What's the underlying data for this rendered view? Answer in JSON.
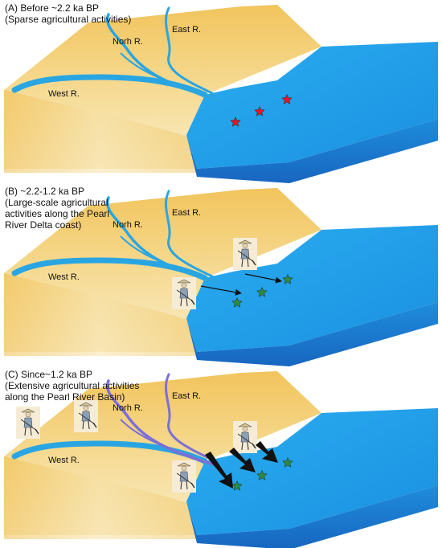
{
  "panels": [
    {
      "heading": "(A) Before ~2.2 ka BP",
      "caption_lines": [
        "(Sparse agricultural activities)"
      ],
      "rivers": {
        "north": "Norh R.",
        "east": "East R.",
        "west": "West R."
      },
      "star_color": "#e8132c",
      "star_count": 3,
      "farmer_count": 0,
      "arrow_style": "none"
    },
    {
      "heading": "(B) ~2.2-1.2 ka BP",
      "caption_lines": [
        "(Large-scale agricultural",
        "activities along the Pearl",
        "River Delta coast)"
      ],
      "rivers": {
        "north": "Norh R.",
        "east": "East R.",
        "west": "West R."
      },
      "star_color": "#2e8b3e",
      "star_count": 3,
      "farmer_count": 2,
      "arrow_style": "thin"
    },
    {
      "heading": "(C) Since~1.2 ka BP",
      "caption_lines": [
        "(Extensive agricultural activities",
        "along the Pearl River Basin)"
      ],
      "rivers": {
        "north": "Norh R.",
        "east": "East R.",
        "west": "West R."
      },
      "star_color": "#2e8b3e",
      "star_count": 3,
      "farmer_count": 4,
      "arrow_style": "bold"
    }
  ],
  "colors": {
    "land_light": "#f7e6b0",
    "land_dark": "#f2c45c",
    "land_front": "#f3cf7a",
    "sea_top": "#1fa0e8",
    "sea_side": "#1a7fd0",
    "river": "#29a6e2",
    "river_c": "#7c6fd6"
  }
}
